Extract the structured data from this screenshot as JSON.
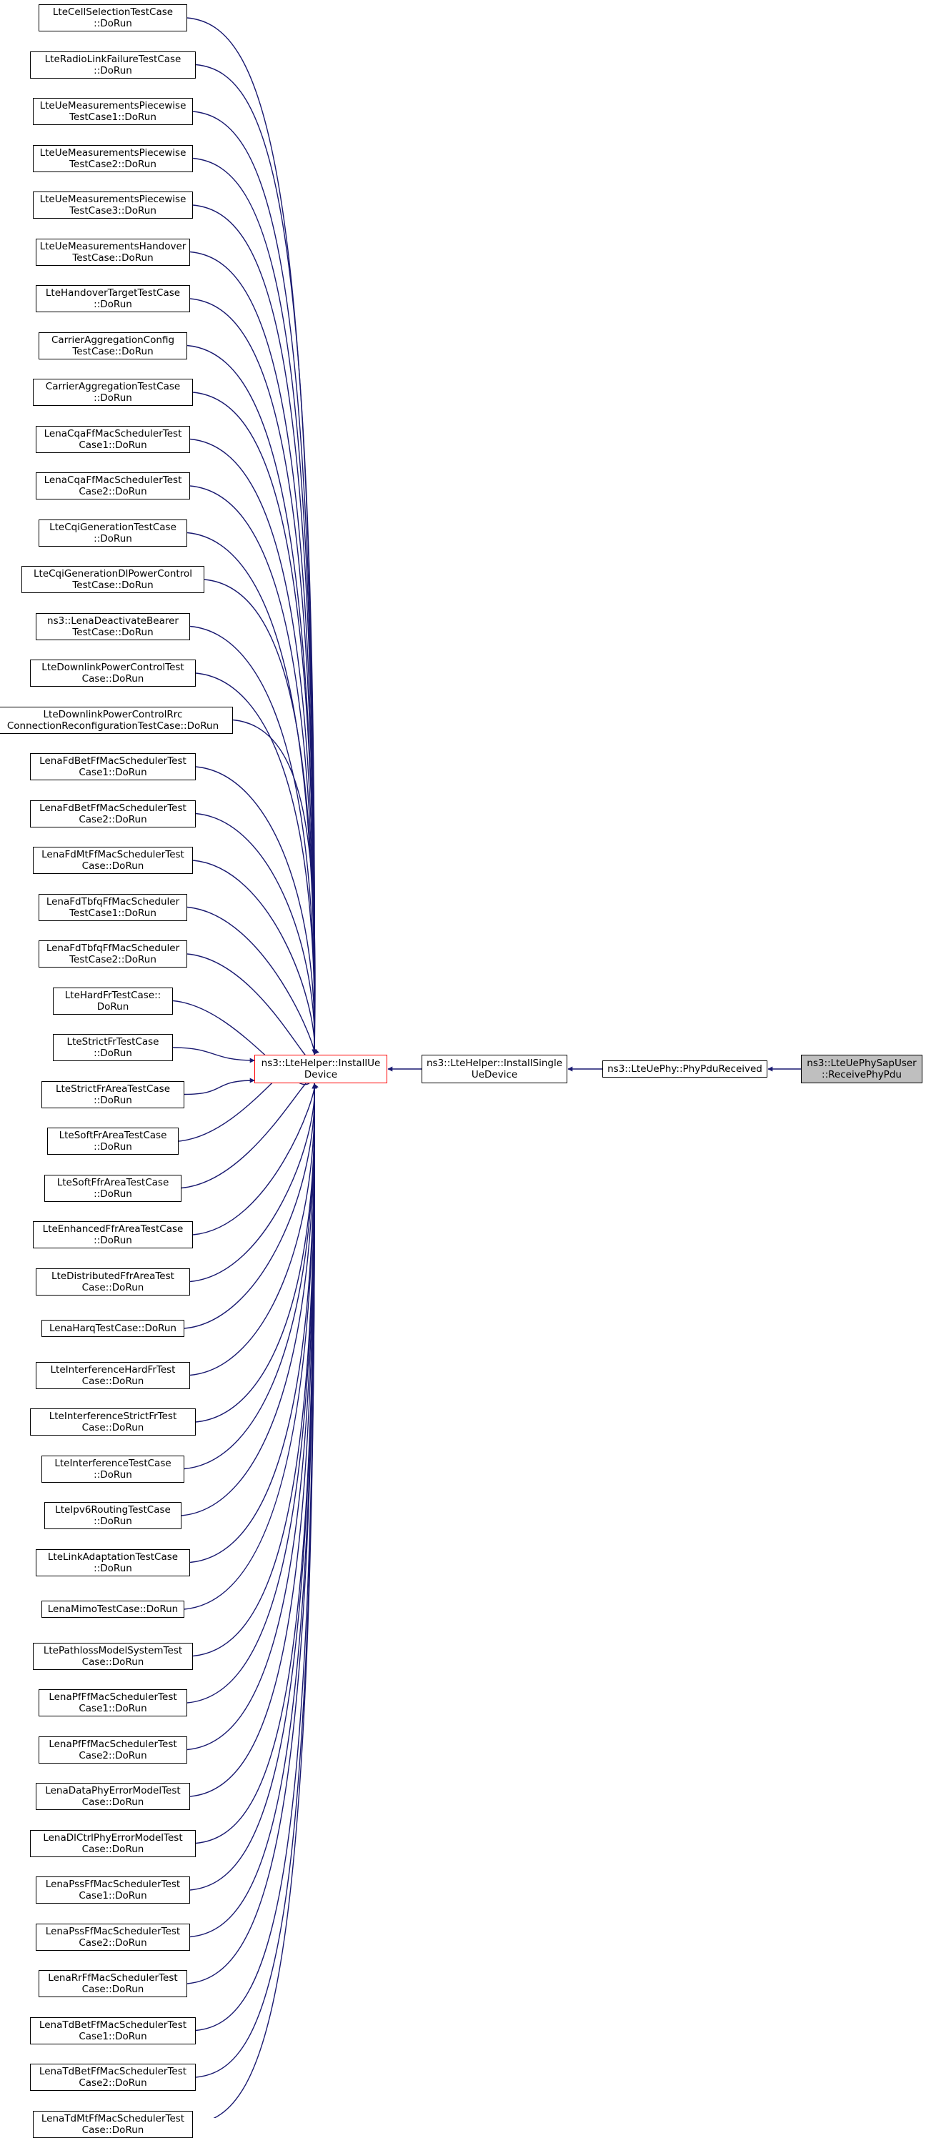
{
  "colors": {
    "edge": "#191970",
    "node_border": "#000000",
    "highlight_border": "#ff0000",
    "current_fill": "#bfbfbf"
  },
  "center": {
    "line1": "ns3::LteHelper::InstallUe",
    "line2": "Device"
  },
  "chain": [
    {
      "line1": "ns3::LteHelper::InstallSingle",
      "line2": "UeDevice"
    },
    {
      "line1": "ns3::LteUePhy::PhyPduReceived",
      "line2": ""
    },
    {
      "line1": "ns3::LteUePhySapUser",
      "line2": "::ReceivePhyPdu"
    }
  ],
  "callers": [
    {
      "line1": "LteCellSelectionTestCase",
      "line2": "::DoRun"
    },
    {
      "line1": "LteRadioLinkFailureTestCase",
      "line2": "::DoRun"
    },
    {
      "line1": "LteUeMeasurementsPiecewise",
      "line2": "TestCase1::DoRun"
    },
    {
      "line1": "LteUeMeasurementsPiecewise",
      "line2": "TestCase2::DoRun"
    },
    {
      "line1": "LteUeMeasurementsPiecewise",
      "line2": "TestCase3::DoRun"
    },
    {
      "line1": "LteUeMeasurementsHandover",
      "line2": "TestCase::DoRun"
    },
    {
      "line1": "LteHandoverTargetTestCase",
      "line2": "::DoRun"
    },
    {
      "line1": "CarrierAggregationConfig",
      "line2": "TestCase::DoRun"
    },
    {
      "line1": "CarrierAggregationTestCase",
      "line2": "::DoRun"
    },
    {
      "line1": "LenaCqaFfMacSchedulerTest",
      "line2": "Case1::DoRun"
    },
    {
      "line1": "LenaCqaFfMacSchedulerTest",
      "line2": "Case2::DoRun"
    },
    {
      "line1": "LteCqiGenerationTestCase",
      "line2": "::DoRun"
    },
    {
      "line1": "LteCqiGenerationDlPowerControl",
      "line2": "TestCase::DoRun"
    },
    {
      "line1": "ns3::LenaDeactivateBearer",
      "line2": "TestCase::DoRun"
    },
    {
      "line1": "LteDownlinkPowerControlTest",
      "line2": "Case::DoRun"
    },
    {
      "line1": "LteDownlinkPowerControlRrc",
      "line2": "ConnectionReconfigurationTestCase::DoRun"
    },
    {
      "line1": "LenaFdBetFfMacSchedulerTest",
      "line2": "Case1::DoRun"
    },
    {
      "line1": "LenaFdBetFfMacSchedulerTest",
      "line2": "Case2::DoRun"
    },
    {
      "line1": "LenaFdMtFfMacSchedulerTest",
      "line2": "Case::DoRun"
    },
    {
      "line1": "LenaFdTbfqFfMacScheduler",
      "line2": "TestCase1::DoRun"
    },
    {
      "line1": "LenaFdTbfqFfMacScheduler",
      "line2": "TestCase2::DoRun"
    },
    {
      "line1": "LteHardFrTestCase::",
      "line2": "DoRun"
    },
    {
      "line1": "LteStrictFrTestCase",
      "line2": "::DoRun"
    },
    {
      "line1": "LteStrictFrAreaTestCase",
      "line2": "::DoRun"
    },
    {
      "line1": "LteSoftFrAreaTestCase",
      "line2": "::DoRun"
    },
    {
      "line1": "LteSoftFfrAreaTestCase",
      "line2": "::DoRun"
    },
    {
      "line1": "LteEnhancedFfrAreaTestCase",
      "line2": "::DoRun"
    },
    {
      "line1": "LteDistributedFfrAreaTest",
      "line2": "Case::DoRun"
    },
    {
      "line1": "LenaHarqTestCase::DoRun",
      "line2": ""
    },
    {
      "line1": "LteInterferenceHardFrTest",
      "line2": "Case::DoRun"
    },
    {
      "line1": "LteInterferenceStrictFrTest",
      "line2": "Case::DoRun"
    },
    {
      "line1": "LteInterferenceTestCase",
      "line2": "::DoRun"
    },
    {
      "line1": "LteIpv6RoutingTestCase",
      "line2": "::DoRun"
    },
    {
      "line1": "LteLinkAdaptationTestCase",
      "line2": "::DoRun"
    },
    {
      "line1": "LenaMimoTestCase::DoRun",
      "line2": ""
    },
    {
      "line1": "LtePathlossModelSystemTest",
      "line2": "Case::DoRun"
    },
    {
      "line1": "LenaPfFfMacSchedulerTest",
      "line2": "Case1::DoRun"
    },
    {
      "line1": "LenaPfFfMacSchedulerTest",
      "line2": "Case2::DoRun"
    },
    {
      "line1": "LenaDataPhyErrorModelTest",
      "line2": "Case::DoRun"
    },
    {
      "line1": "LenaDlCtrlPhyErrorModelTest",
      "line2": "Case::DoRun"
    },
    {
      "line1": "LenaPssFfMacSchedulerTest",
      "line2": "Case1::DoRun"
    },
    {
      "line1": "LenaPssFfMacSchedulerTest",
      "line2": "Case2::DoRun"
    },
    {
      "line1": "LenaRrFfMacSchedulerTest",
      "line2": "Case::DoRun"
    },
    {
      "line1": "LenaTdBetFfMacSchedulerTest",
      "line2": "Case1::DoRun"
    },
    {
      "line1": "LenaTdBetFfMacSchedulerTest",
      "line2": "Case2::DoRun"
    },
    {
      "line1": "LenaTdMtFfMacSchedulerTest",
      "line2": "Case::DoRun"
    }
  ]
}
